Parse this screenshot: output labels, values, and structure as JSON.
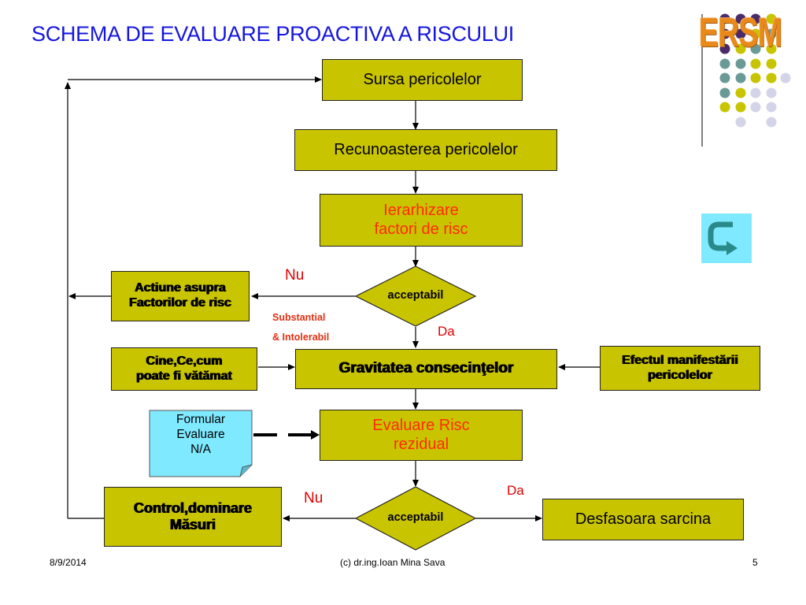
{
  "title": "SCHEMA DE  EVALUARE PROACTIVA A RISCULUI",
  "logo": {
    "text": "ERSM"
  },
  "nodes": {
    "sursa": "Sursa pericolelor",
    "recunoasterea": "Recunoasterea pericolelor",
    "ierarhizare_line1": "Ierarhizare",
    "ierarhizare_line2": "factori de risc",
    "acceptabil1": "acceptabil",
    "actiune_line1": "Actiune asupra",
    "actiune_line2": "Factorilor de risc",
    "cine_line1": "Cine,Ce,cum",
    "cine_line2": "poate fi vătămat",
    "gravitatea": "Gravitatea consecinţelor",
    "efectul_line1": "Efectul manifestării",
    "efectul_line2": "pericolelor",
    "formular_line1": "Formular",
    "formular_line2": "Evaluare",
    "formular_line3": "N/A",
    "evaluare_line1": "Evaluare Risc",
    "evaluare_line2": "rezidual",
    "control_line1": "Control,dominare",
    "control_line2": "Măsuri",
    "acceptabil2": "acceptabil",
    "desfasoara": "Desfasoara sarcina"
  },
  "labels": {
    "nu1": "Nu",
    "da1": "Da",
    "substantial_line1": "Substantial",
    "substantial_line2": "& Intolerabil",
    "nu2": "Nu",
    "da2": "Da"
  },
  "footer": {
    "date": "8/9/2014",
    "author": "(c) dr.ing.Ioan Mina Sava",
    "page": "5"
  },
  "colors": {
    "box_fill": "#c9c400",
    "title": "#1515e0",
    "red_text": "#ff2a00",
    "note_fill": "#7fe9ff",
    "return_button": "#7fe9ff",
    "logo_orange": "#e8891a"
  },
  "icons": {
    "return_button": "return-arrow-icon",
    "logo": "ersm-logo"
  }
}
